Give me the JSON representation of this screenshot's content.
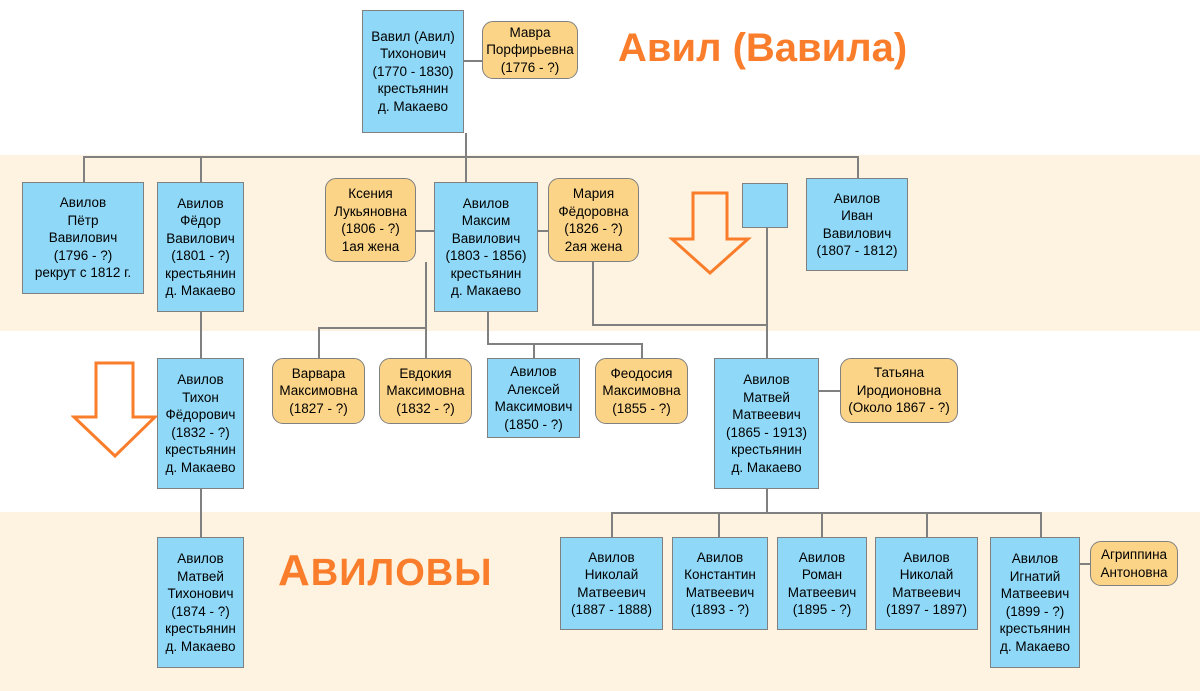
{
  "titles": {
    "main": "Авил (Вавила)",
    "family_first": "А",
    "family_rest": "ВИЛОВЫ"
  },
  "colors": {
    "male_box": "#8fd8f7",
    "female_box": "#fbd488",
    "band": "#fdf3e0",
    "accent": "#f97d2a",
    "border": "#808080",
    "page": "#ffffff"
  },
  "icons": {
    "arrow_left": "down-arrow-icon",
    "arrow_right": "down-arrow-icon"
  },
  "generations": [
    {
      "index": 1,
      "nodes": [
        {
          "id": "vavil",
          "sex": "male",
          "lines": [
            "Вавил (Авил)",
            "Тихонович",
            "(1770 - 1830)",
            "крестьянин",
            "д. Макаево"
          ]
        },
        {
          "id": "mavra",
          "sex": "female",
          "lines": [
            "Мавра",
            "Порфирьевна",
            "(1776 - ?)"
          ]
        }
      ]
    },
    {
      "index": 2,
      "nodes": [
        {
          "id": "petr",
          "sex": "male",
          "lines": [
            "Авилов",
            "Пётр",
            "Вавилович",
            "(1796 - ?)",
            "рекрут с 1812 г."
          ]
        },
        {
          "id": "fedor",
          "sex": "male",
          "lines": [
            "Авилов",
            "Фёдор",
            "Вавилович",
            "(1801 - ?)",
            "крестьянин",
            "д. Макаево"
          ]
        },
        {
          "id": "ksenia",
          "sex": "female",
          "lines": [
            "Ксения",
            "Лукьяновна",
            "(1806 - ?)",
            "1ая жена"
          ]
        },
        {
          "id": "maksim",
          "sex": "male",
          "lines": [
            "Авилов",
            "Максим",
            "Вавилович",
            "(1803 - 1856)",
            "крестьянин",
            "д. Макаево"
          ]
        },
        {
          "id": "maria",
          "sex": "female",
          "lines": [
            "Мария",
            "Фёдоровна",
            "(1826 - ?)",
            "2ая жена"
          ]
        },
        {
          "id": "unknown-blank",
          "sex": "male",
          "lines": []
        },
        {
          "id": "ivan",
          "sex": "male",
          "lines": [
            "Авилов",
            "Иван",
            "Вавилович",
            "(1807 - 1812)"
          ]
        }
      ]
    },
    {
      "index": 3,
      "nodes": [
        {
          "id": "tihon",
          "sex": "male",
          "lines": [
            "Авилов",
            "Тихон",
            "Фёдорович",
            "(1832 - ?)",
            "крестьянин",
            "д. Макаево"
          ]
        },
        {
          "id": "varvara",
          "sex": "female",
          "lines": [
            "Варвара",
            "Максимовна",
            "(1827 - ?)"
          ]
        },
        {
          "id": "evdokia",
          "sex": "female",
          "lines": [
            "Евдокия",
            "Максимовна",
            "(1832 - ?)"
          ]
        },
        {
          "id": "aleksey",
          "sex": "male",
          "lines": [
            "Авилов",
            "Алексей",
            "Максимович",
            "(1850 - ?)"
          ]
        },
        {
          "id": "feodosia",
          "sex": "female",
          "lines": [
            "Феодосия",
            "Максимовна",
            "(1855 - ?)"
          ]
        },
        {
          "id": "matvey-m",
          "sex": "male",
          "lines": [
            "Авилов",
            "Матвей",
            "Матвеевич",
            "(1865 - 1913)",
            "крестьянин",
            "д. Макаево"
          ]
        },
        {
          "id": "tatiana",
          "sex": "female",
          "lines": [
            "Татьяна",
            "Иродионовна",
            "(Около 1867 - ?)"
          ]
        }
      ]
    },
    {
      "index": 4,
      "nodes": [
        {
          "id": "matvey-t",
          "sex": "male",
          "lines": [
            "Авилов",
            "Матвей",
            "Тихонович",
            "(1874 - ?)",
            "крестьянин",
            "д. Макаево"
          ]
        },
        {
          "id": "nikolay1",
          "sex": "male",
          "lines": [
            "Авилов",
            "Николай",
            "Матвеевич",
            "(1887 - 1888)"
          ]
        },
        {
          "id": "konstantin",
          "sex": "male",
          "lines": [
            "Авилов",
            "Константин",
            "Матвеевич",
            "(1893 - ?)"
          ]
        },
        {
          "id": "roman",
          "sex": "male",
          "lines": [
            "Авилов",
            "Роман",
            "Матвеевич",
            "(1895 - ?)"
          ]
        },
        {
          "id": "nikolay2",
          "sex": "male",
          "lines": [
            "Авилов",
            "Николай",
            "Матвеевич",
            "(1897 - 1897)"
          ]
        },
        {
          "id": "ignatiy",
          "sex": "male",
          "lines": [
            "Авилов",
            "Игнатий",
            "Матвеевич",
            "(1899 - ?)",
            "крестьянин",
            "д. Макаево"
          ]
        },
        {
          "id": "agrippina",
          "sex": "female",
          "lines": [
            "Агриппина",
            "Антоновна"
          ]
        }
      ]
    }
  ]
}
